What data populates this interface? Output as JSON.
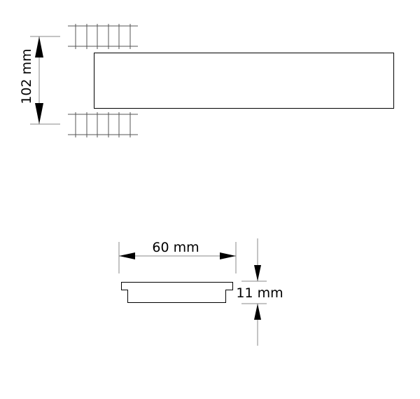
{
  "top_view": {
    "height_dimension_label": "102 mm"
  },
  "side_view": {
    "width_dimension_label": "60 mm",
    "thickness_dimension_label": "11 mm"
  },
  "colors": {
    "line": "#000000",
    "extension_line": "#888888"
  }
}
